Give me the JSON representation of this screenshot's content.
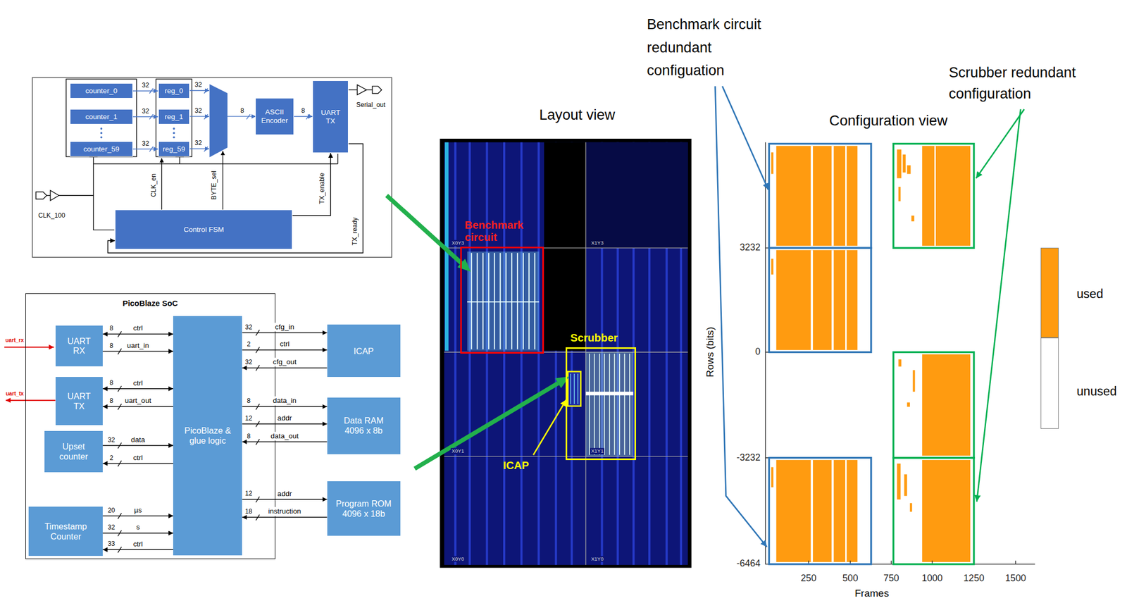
{
  "diagram": {
    "nodes": [
      {
        "text": [
          "counter_0"
        ]
      },
      {
        "text": [
          "counter_1"
        ]
      },
      {
        "text": [
          "counter_59"
        ]
      },
      {
        "text": [
          "reg_0"
        ]
      },
      {
        "text": [
          "reg_1"
        ]
      },
      {
        "text": [
          "reg_59"
        ]
      },
      {
        "text": [
          "ASCII Encoder"
        ]
      },
      {
        "text": [
          "UART TX"
        ]
      },
      {
        "text": [
          "Control FSM"
        ]
      },
      {
        "text": [
          "PicoBlaze SoC"
        ]
      },
      {
        "text": [
          "UART RX"
        ],
        "in": 9
      },
      {
        "text": [
          "UART TX"
        ],
        "in": 9
      },
      {
        "text": [
          "Upset counter"
        ],
        "in": 9
      },
      {
        "text": [
          "Timestamp Counter"
        ],
        "in": 9
      },
      {
        "text": [
          "PicoBlaze & glue logic"
        ],
        "in": 9
      },
      {
        "text": [
          "ICAP"
        ]
      },
      {
        "text": [
          "Data RAM 4096 x 8b"
        ]
      },
      {
        "text": [
          "Program ROM 4096 x 18b"
        ]
      },
      {
        "text": [
          "Benchmark circuit"
        ]
      },
      {
        "text": [
          "Scrubber"
        ]
      }
    ],
    "edges": [
      {
        "from": 0,
        "to": 3,
        "label": "32",
        "arrow": "to"
      },
      {
        "from": 1,
        "to": 4,
        "label": "32",
        "arrow": "to"
      },
      {
        "from": 2,
        "to": 5,
        "label": "32",
        "arrow": "to"
      },
      {
        "from": 6,
        "to": 7,
        "label": "8",
        "arrow": "to"
      },
      {
        "from": 8,
        "to": 7,
        "arrow": "to"
      },
      {
        "from": 7,
        "to": 8,
        "arrow": "to"
      },
      {
        "from": 10,
        "to": 14,
        "label": "ctrl",
        "arrow": "both"
      },
      {
        "from": 10,
        "to": 14,
        "label": "uart_in",
        "arrow": "to"
      },
      {
        "from": 11,
        "to": 14,
        "label": "ctrl",
        "arrow": "both"
      },
      {
        "from": 14,
        "to": 11,
        "label": "uart_out",
        "arrow": "to"
      },
      {
        "from": 12,
        "to": 14,
        "label": "data",
        "arrow": "to"
      },
      {
        "from": 14,
        "to": 12,
        "label": "ctrl",
        "arrow": "to"
      },
      {
        "from": 13,
        "to": 14,
        "label": "µs",
        "arrow": "to"
      },
      {
        "from": 13,
        "to": 14,
        "label": "s",
        "arrow": "to"
      },
      {
        "from": 14,
        "to": 13,
        "label": "ctrl",
        "arrow": "to"
      },
      {
        "from": 14,
        "to": 15,
        "label": "cfg_in",
        "arrow": "to"
      },
      {
        "from": 14,
        "to": 15,
        "label": "ctrl",
        "arrow": "to"
      },
      {
        "from": 15,
        "to": 14,
        "label": "cfg_out",
        "arrow": "to"
      },
      {
        "from": 14,
        "to": 16,
        "label": "data_in",
        "arrow": "to"
      },
      {
        "from": 14,
        "to": 16,
        "label": "addr",
        "arrow": "to"
      },
      {
        "from": 16,
        "to": 14,
        "label": "data_out",
        "arrow": "to"
      },
      {
        "from": 14,
        "to": 17,
        "label": "addr",
        "arrow": "to"
      },
      {
        "from": 17,
        "to": 14,
        "label": "instruction",
        "arrow": "to"
      }
    ],
    "labels": [
      "32",
      "32",
      "32",
      "8",
      "Serial_out",
      "CLK_100",
      "CLK_en",
      "BYTE_sel",
      "TX_enable",
      "TX_ready",
      "uart_rx",
      "uart_tx",
      "8",
      "8",
      "8",
      "8",
      "32",
      "2",
      "20",
      "32",
      "33",
      "32",
      "2",
      "32",
      "8",
      "12",
      "8",
      "12",
      "18",
      "Layout view",
      "X0Y3",
      "X1Y3",
      "X0Y1",
      "X1Y1",
      "X0Y0",
      "X1Y0",
      "ICAP",
      "Configuration view",
      "Benchmark circuit redundant configuation",
      "Scrubber redundant configuration",
      "Rows (bits)",
      "3232",
      "0",
      "-3232",
      "-6464",
      "250",
      "500",
      "750",
      "1000",
      "1250",
      "1500",
      "Frames"
    ],
    "legend": [
      {
        "text": "used",
        "color": "#ff9b10"
      },
      {
        "text": "unused",
        "color": "#ffffff"
      }
    ]
  }
}
